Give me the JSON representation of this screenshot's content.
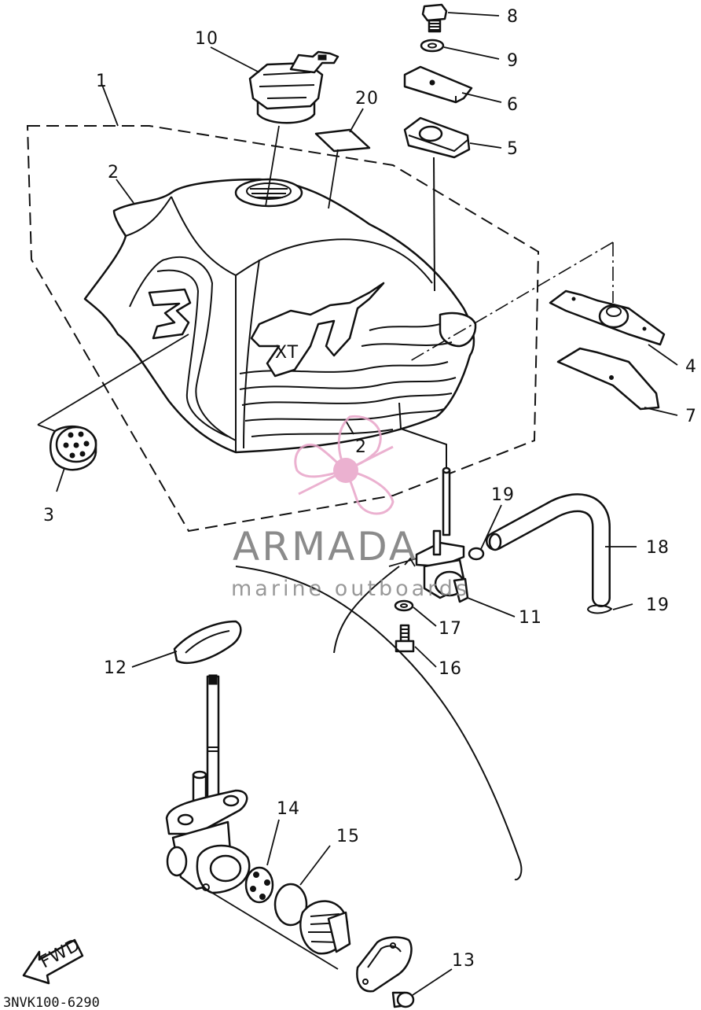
{
  "diagram": {
    "code": "3NVK100-6290",
    "fwd_label": "FWD",
    "logo_text": "XT",
    "watermark": {
      "brand": "ARMADA",
      "tagline": "marine outboards"
    },
    "callouts": [
      {
        "id": "c1",
        "text": "1"
      },
      {
        "id": "c2a",
        "text": "2"
      },
      {
        "id": "c2b",
        "text": "2"
      },
      {
        "id": "c3",
        "text": "3"
      },
      {
        "id": "c4",
        "text": "4"
      },
      {
        "id": "c5",
        "text": "5"
      },
      {
        "id": "c6",
        "text": "6"
      },
      {
        "id": "c7",
        "text": "7"
      },
      {
        "id": "c8",
        "text": "8"
      },
      {
        "id": "c9",
        "text": "9"
      },
      {
        "id": "c10",
        "text": "10"
      },
      {
        "id": "c11",
        "text": "11"
      },
      {
        "id": "c12",
        "text": "12"
      },
      {
        "id": "c13",
        "text": "13"
      },
      {
        "id": "c14",
        "text": "14"
      },
      {
        "id": "c15",
        "text": "15"
      },
      {
        "id": "c16",
        "text": "16"
      },
      {
        "id": "c17",
        "text": "17"
      },
      {
        "id": "c18",
        "text": "18"
      },
      {
        "id": "c19a",
        "text": "19"
      },
      {
        "id": "c19b",
        "text": "19"
      },
      {
        "id": "c20",
        "text": "20"
      }
    ],
    "colors": {
      "line": "#111111",
      "watermark_pink": "#e8a4c8",
      "watermark_gray": "#7a7a7a"
    }
  }
}
